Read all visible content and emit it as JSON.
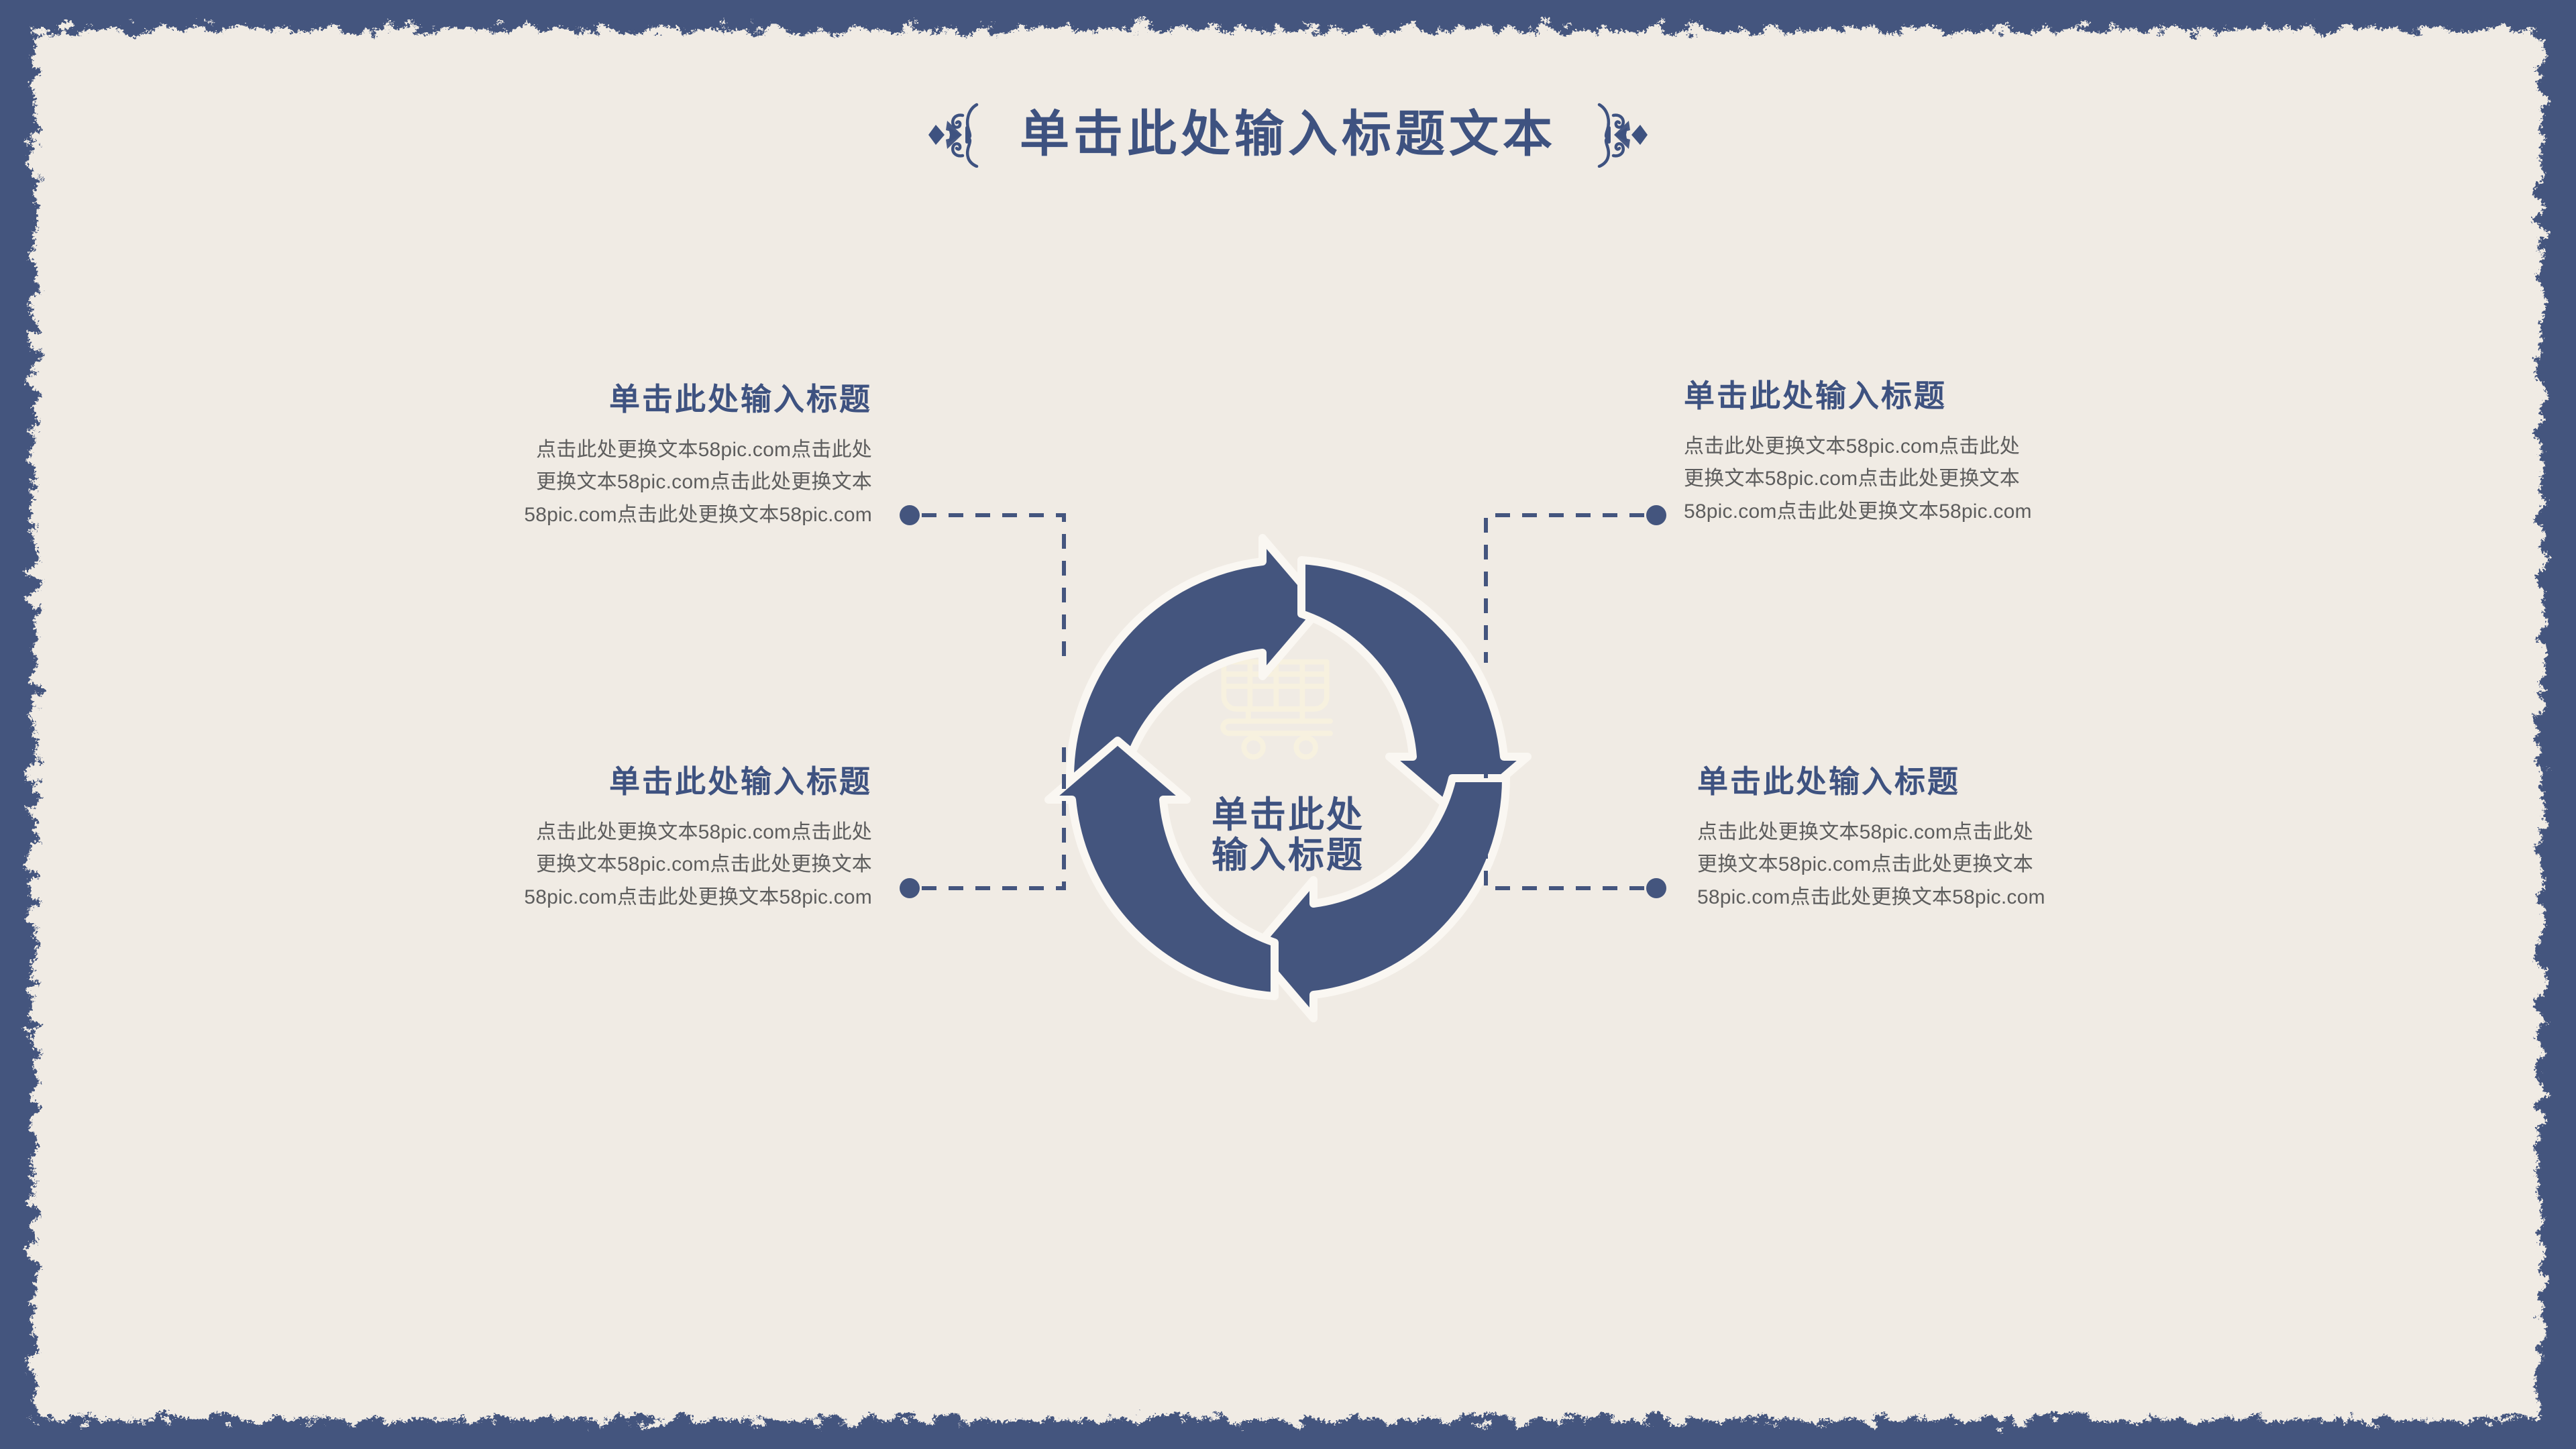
{
  "theme": {
    "paper_color": "#f0ebe4",
    "frame_color": "#44557e",
    "accent_blue": "#3e5280",
    "ring_blue": "#44557e",
    "body_text_color": "#5d5d5d",
    "watermark_color": "#f6f0de"
  },
  "header": {
    "title": "单击此处输入标题文本",
    "left_ornament": "flourish-ornament-left",
    "right_ornament": "flourish-ornament-right"
  },
  "diagram": {
    "type": "cycle-4-step",
    "watermark_icon": "shopping-cart-icon",
    "center_label": {
      "line1": "单击此处",
      "line2": "输入标题"
    },
    "segments": [
      {
        "id": "segment-top-right",
        "arrow_direction": "clockwise",
        "arrow_at": "top"
      },
      {
        "id": "segment-bottom-right",
        "arrow_direction": "clockwise",
        "arrow_at": "right"
      },
      {
        "id": "segment-bottom-left",
        "arrow_direction": "clockwise",
        "arrow_at": "bottom"
      },
      {
        "id": "segment-top-left",
        "arrow_direction": "clockwise",
        "arrow_at": "left"
      }
    ]
  },
  "blocks": [
    {
      "id": "top-left",
      "title": "单击此处输入标题",
      "body": [
        "点击此处更换文本58pic.com点击此处",
        "更换文本58pic.com点击此处更换文本",
        "58pic.com点击此处更换文本58pic.com"
      ]
    },
    {
      "id": "bottom-left",
      "title": "单击此处输入标题",
      "body": [
        "点击此处更换文本58pic.com点击此处",
        "更换文本58pic.com点击此处更换文本",
        "58pic.com点击此处更换文本58pic.com"
      ]
    },
    {
      "id": "top-right",
      "title": "单击此处输入标题",
      "body": [
        "点击此处更换文本58pic.com点击此处",
        "更换文本58pic.com点击此处更换文本",
        "58pic.com点击此处更换文本58pic.com"
      ]
    },
    {
      "id": "bottom-right",
      "title": "单击此处输入标题",
      "body": [
        "点击此处更换文本58pic.com点击此处",
        "更换文本58pic.com点击此处更换文本",
        "58pic.com点击此处更换文本58pic.com"
      ]
    }
  ],
  "connectors": [
    {
      "id": "connector-top-left",
      "marker": "dot"
    },
    {
      "id": "connector-bottom-left",
      "marker": "dot"
    },
    {
      "id": "connector-top-right",
      "marker": "dot"
    },
    {
      "id": "connector-bottom-right",
      "marker": "dot"
    }
  ]
}
